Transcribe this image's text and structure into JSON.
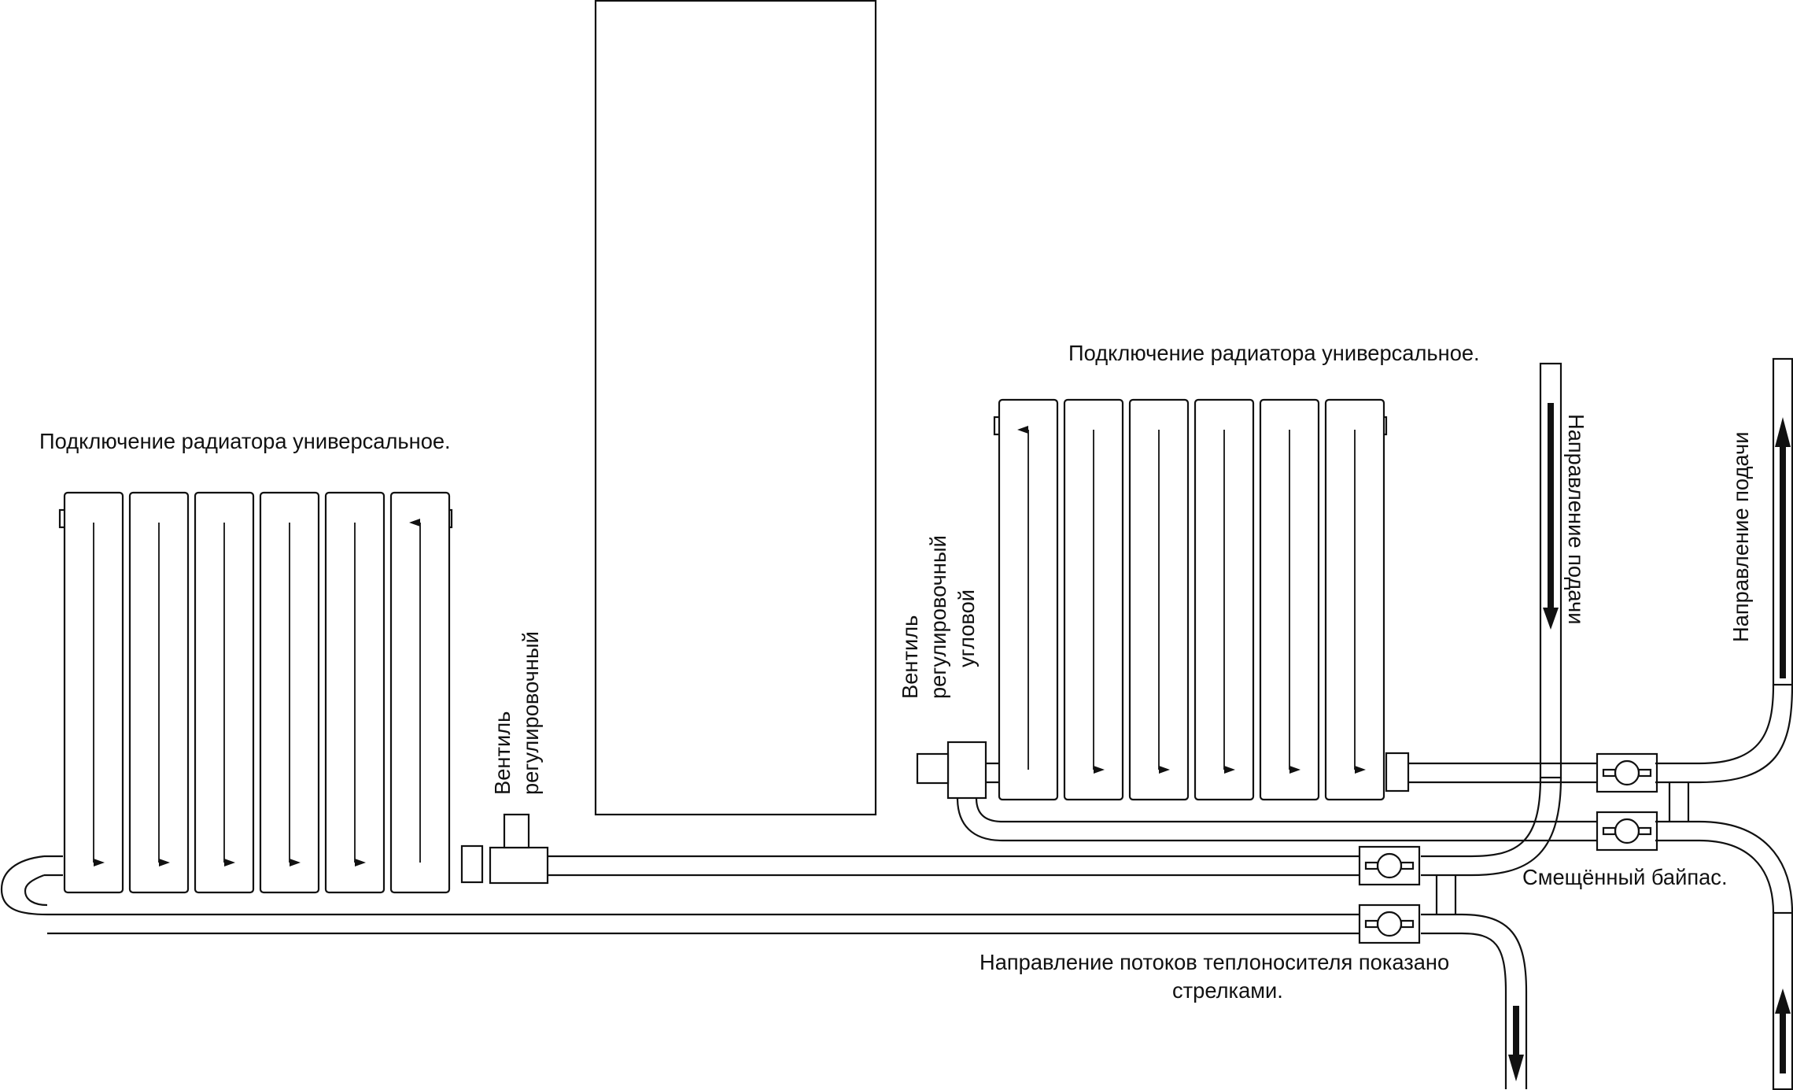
{
  "labels": {
    "left_radiator_title": "Подключение радиатора универсальное.",
    "right_radiator_title": "Подключение радиатора универсальное.",
    "valve_left_line1": "Вентиль",
    "valve_left_line2": "регулировочный",
    "valve_right_line1": "Вентиль",
    "valve_right_line2": "регулировочный",
    "valve_right_line3": "угловой",
    "supply_direction_1": "Направление подачи",
    "supply_direction_2": "Направление подачи",
    "bypass": "Смещённый байпас.",
    "flow_note_line1": "Направление потоков теплоносителя показано",
    "flow_note_line2": "стрелками."
  },
  "left_radiator": {
    "sections": 6,
    "arrows": [
      "down",
      "down",
      "down",
      "down",
      "down",
      "up"
    ]
  },
  "right_radiator": {
    "sections": 6,
    "arrows": [
      "up",
      "down",
      "down",
      "down",
      "down",
      "down"
    ]
  },
  "riser_arrows": [
    "down",
    "up",
    "down",
    "up"
  ]
}
